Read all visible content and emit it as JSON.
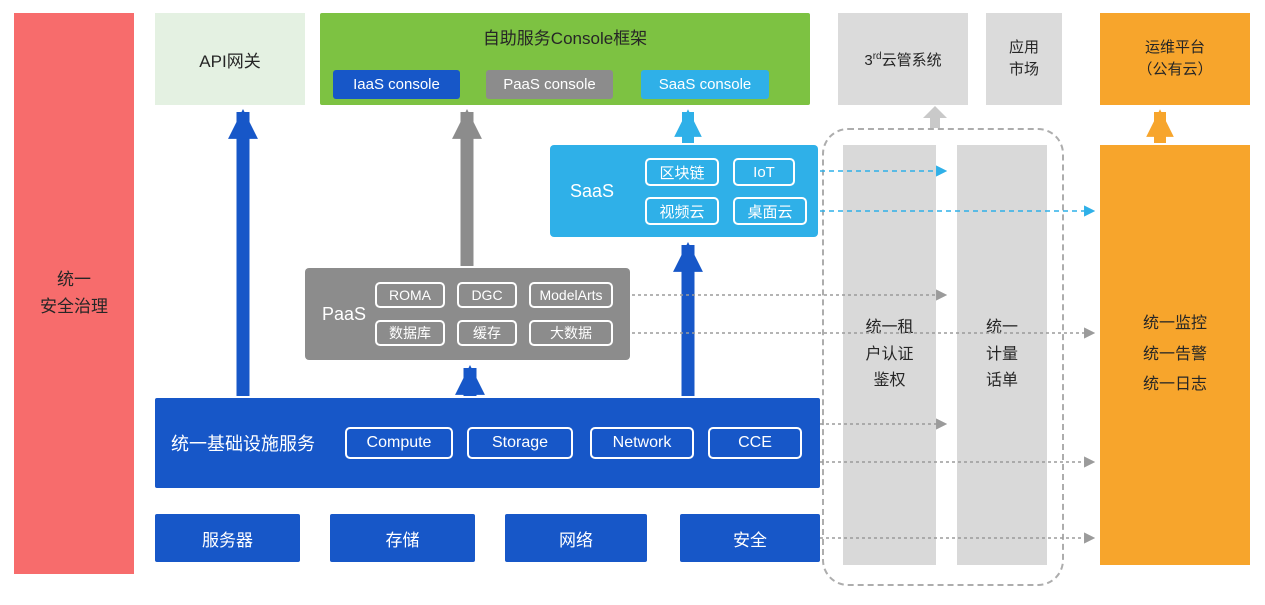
{
  "colors": {
    "red": "#F76C6C",
    "light_green": "#E4F1E2",
    "green": "#7DC242",
    "blue": "#1757C8",
    "gray": "#8C8C8C",
    "cyan": "#2FB0E8",
    "light_gray": "#DBDBDB",
    "bar_gray": "#D9D9D9",
    "orange": "#F7A52C",
    "dash_gray": "#9B9B9B",
    "arrow_light": "#C9C9C9",
    "text_dark": "#262626"
  },
  "security_bar": {
    "label": "统一\n安全治理"
  },
  "api_gateway": {
    "label": "API网关"
  },
  "console": {
    "title": "自助服务Console框架",
    "iaas_label": "IaaS console",
    "paas_label": "PaaS console",
    "saas_label": "SaaS console"
  },
  "third_party_cloud": {
    "num": "3",
    "sup": "rd",
    "rest": "云管系统"
  },
  "app_market": {
    "label": "应用\n市场"
  },
  "om_platform": {
    "label": "运维平台\n（公有云）"
  },
  "saas": {
    "label": "SaaS",
    "items": [
      "区块链",
      "IoT",
      "视频云",
      "桌面云"
    ]
  },
  "paas": {
    "label": "PaaS",
    "items": [
      "ROMA",
      "DGC",
      "ModelArts",
      "数据库",
      "缓存",
      "大数据"
    ]
  },
  "infrastructure": {
    "label": "统一基础设施服务",
    "items": [
      "Compute",
      "Storage",
      "Network",
      "CCE"
    ]
  },
  "hardware": {
    "items": [
      "服务器",
      "存储",
      "网络",
      "安全"
    ]
  },
  "auth_bar": {
    "label": "统一租\n户认证\n鉴权"
  },
  "billing_bar": {
    "label": "统一\n计量\n话单"
  },
  "monitor_bar": {
    "label": "统一监控\n统一告警\n统一日志"
  }
}
